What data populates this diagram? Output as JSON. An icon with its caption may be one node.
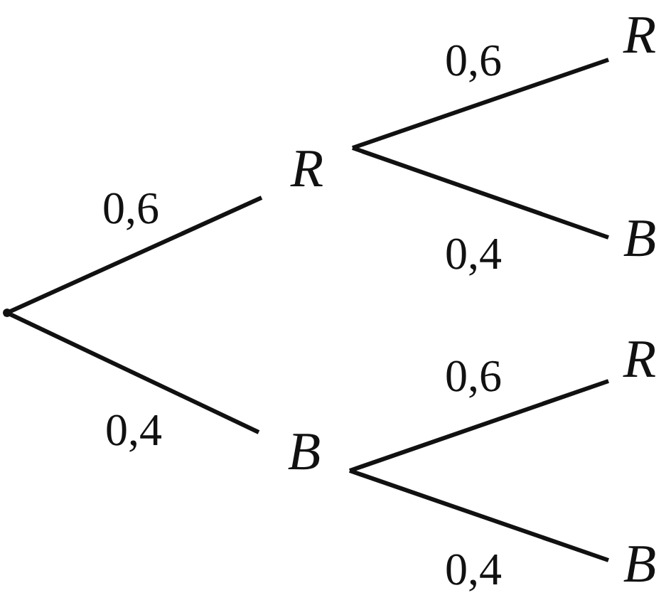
{
  "diagram": {
    "nodes": [
      {
        "text": [],
        "shape": "point"
      },
      {
        "text": [
          "R"
        ]
      },
      {
        "text": [
          "B"
        ]
      },
      {
        "text": [
          "R"
        ]
      },
      {
        "text": [
          "B"
        ]
      },
      {
        "text": [
          "R"
        ]
      },
      {
        "text": [
          "B"
        ]
      }
    ],
    "edges": [
      {
        "from": 0,
        "to": 1,
        "arrow": "none",
        "label": "0,6"
      },
      {
        "from": 0,
        "to": 2,
        "arrow": "none",
        "label": "0,4"
      },
      {
        "from": 1,
        "to": 3,
        "arrow": "none",
        "label": "0,6"
      },
      {
        "from": 1,
        "to": 4,
        "arrow": "none",
        "label": "0,4"
      },
      {
        "from": 2,
        "to": 5,
        "arrow": "none",
        "label": "0,6"
      },
      {
        "from": 2,
        "to": 6,
        "arrow": "none",
        "label": "0,4"
      }
    ]
  }
}
